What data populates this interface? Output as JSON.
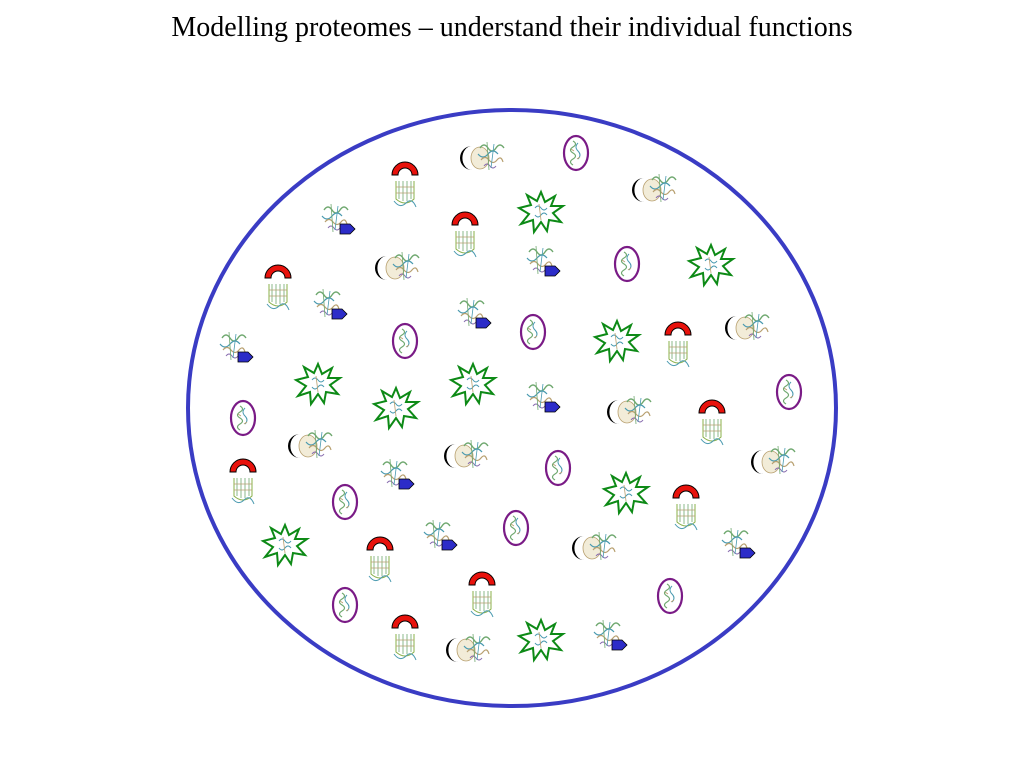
{
  "slide": {
    "title": "Modelling proteomes – understand their individual functions"
  },
  "colors": {
    "cell_boundary": "#3a3cc4",
    "red_cap": "#e8120c",
    "black_crescent": "#000000",
    "green_star": "#0d8a16",
    "blue_arrow": "#2c2cc8",
    "purple_oval": "#7a1b86",
    "ribbon_green": "#6fa86f",
    "ribbon_teal": "#4a9ab0",
    "ribbon_tan": "#b8a070"
  },
  "legend_note": "",
  "protein_types": [
    "red-cap-barrel",
    "black-crescent-globular",
    "green-starburst",
    "blue-arrow-domain",
    "purple-oval-helix"
  ]
}
